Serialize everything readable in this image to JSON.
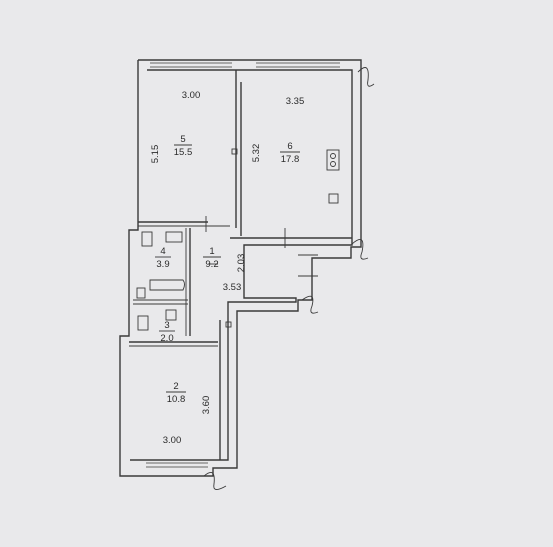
{
  "rooms": [
    {
      "number": "5",
      "area": "15.5",
      "width": "3.00",
      "length": "5.15"
    },
    {
      "number": "6",
      "area": "17.8",
      "width": "3.35",
      "length": "5.32"
    },
    {
      "number": "4",
      "area": "3.9"
    },
    {
      "number": "1",
      "area": "9.2",
      "width": "3.53",
      "length": "2.03"
    },
    {
      "number": "3",
      "area": "2.0"
    },
    {
      "number": "2",
      "area": "10.8",
      "width": "3.00",
      "length": "3.60"
    }
  ],
  "colors": {
    "paper": "#e9e9eb",
    "line": "#3a3a3a"
  }
}
